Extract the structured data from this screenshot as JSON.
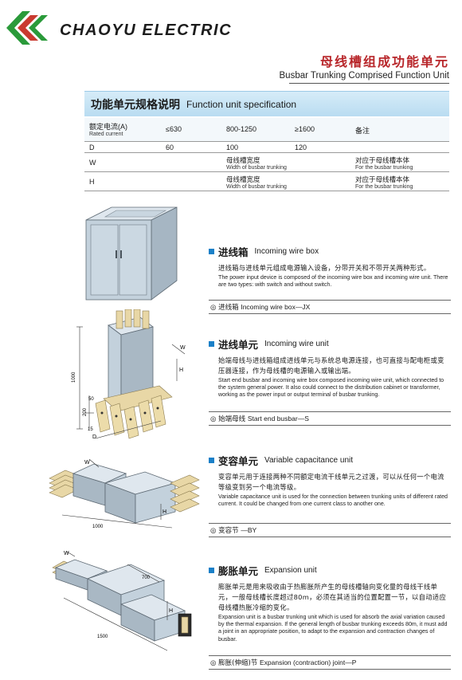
{
  "header": {
    "brand": "CHAOYU ELECTRIC",
    "title_cn": "母线槽组成功能单元",
    "title_en": "Busbar Trunking Comprised Function Unit"
  },
  "spec": {
    "title_cn": "功能单元规格说明",
    "title_en": "Function unit specification",
    "col_label_cn": "额定电流(A)",
    "col_label_en": "Rated current",
    "columns": [
      "≤630",
      "800-1250",
      "≥1600",
      "备注"
    ],
    "rows": [
      {
        "label": "D",
        "v1": "60",
        "v2": "100",
        "v3": "120"
      },
      {
        "label": "W",
        "cn": "母线槽宽度",
        "en": "Width of busbar trunking",
        "note_cn": "对应于母线槽本体",
        "note_en": "For the busbar trunking"
      },
      {
        "label": "H",
        "cn": "母线槽宽度",
        "en": "Width of busbar trunking",
        "note_cn": "对应于母线槽本体",
        "note_en": "For the busbar trunking"
      }
    ]
  },
  "units": [
    {
      "title_cn": "进线箱",
      "title_en": "Incoming wire box",
      "desc_cn": "进线箱与进线单元组成电源输入设备，分带开关和不带开关两种形式。",
      "desc_en": "The power input device is composed of the incoming wire box and incoming wire unit. There are two types: with switch and without switch.",
      "code_symbol": "◎",
      "code_cn": "进线箱",
      "code_en": "Incoming wire box",
      "code": "—JX"
    },
    {
      "title_cn": "进线单元",
      "title_en": "Incoming wire unit",
      "desc_cn": "始端母线与进线箱组成进线单元与系统总电源连接，也可直接与配电柜或变压器连接，作为母线槽的电源输入或输出端。",
      "desc_en": "Start end busbar and incoming wire box composed incoming wire unit, which connected to the system general power. It also could connect to the distribution cabinet or transformer, working as the power input or output terminal of busbar trunking.",
      "code_symbol": "◎",
      "code_cn": "始端母线",
      "code_en": "Start end busbar",
      "code": "—S"
    },
    {
      "title_cn": "变容单元",
      "title_en": "Variable capacitance unit",
      "desc_cn": "变容单元用于连接两种不同额定电流干线单元之过渡，可以从任何一个电流等级变到另一个电流等级。",
      "desc_en": "Variable capacitance unit is used for the connection between trunking units of different rated current. It could be changed from one current class to another one.",
      "code_symbol": "◎",
      "code_cn": "变容节",
      "code_en": "",
      "code": "—BY"
    },
    {
      "title_cn": "膨胀单元",
      "title_en": "Expansion unit",
      "desc_cn": "膨胀单元是用来吸收由于热膨胀所产生的母线槽轴向变化量的母线干线单元，一般母线槽长度超过80m，必须在其适当的位置配置一节，以自动适应母线槽热胀冷缩的变化。",
      "desc_en": "Expansion unit is a busbar trunking unit which is used for absorb the axial variation caused by the thermal expansion. If the general length of busbar trunking exceeds 80m, it must add a joint in an appropriate position, to adapt to the expansion and contraction changes of busbar.",
      "code_symbol": "◎",
      "code_cn": "膨胀(伸缩)节",
      "code_en": "Expansion (contraction) joint",
      "code": "—P"
    }
  ],
  "dims": {
    "u2_height": "1000",
    "u2_left": "50",
    "u2_mid": "200",
    "u2_low": "15",
    "u2_w": "W",
    "u2_h": "H",
    "u2_d": "D",
    "u3_len": "1000",
    "u3_w": "W",
    "u3_h": "H",
    "u4_len": "1500",
    "u4_mid": "700",
    "u4_w": "W",
    "u4_h": "H"
  },
  "colors": {
    "brand_green": "#2a9a3a",
    "title_red": "#b8262a",
    "header_blue": "#b9dcf1",
    "bullet_blue": "#1a80c8",
    "copper": "#e8d7a6"
  }
}
